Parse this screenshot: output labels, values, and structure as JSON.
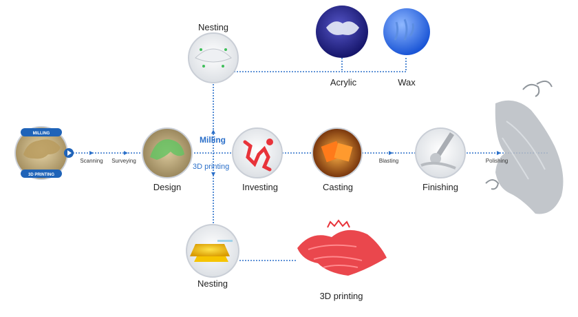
{
  "badges": {
    "milling": "MILLING",
    "printing": "3D PRINTING"
  },
  "nodes": {
    "design": "Design",
    "investing": "Investing",
    "casting": "Casting",
    "finishing": "Finishing",
    "nesting_top": "Nesting",
    "nesting_bottom": "Nesting",
    "acrylic": "Acrylic",
    "wax": "Wax",
    "printing_3d": "3D printing"
  },
  "edges": {
    "scanning": "Scanning",
    "surveying": "Surveying",
    "blasting": "Blasting",
    "polishing": "Polishing"
  },
  "branches": {
    "milling": "Milling",
    "printing": "3D printing"
  },
  "colors": {
    "line": "#2a6fc9",
    "accent_blue": "#1f63b8",
    "print_red": "#e8333a",
    "casting_orange": "#f07a1e",
    "metal_gray": "#9aa0a6"
  }
}
